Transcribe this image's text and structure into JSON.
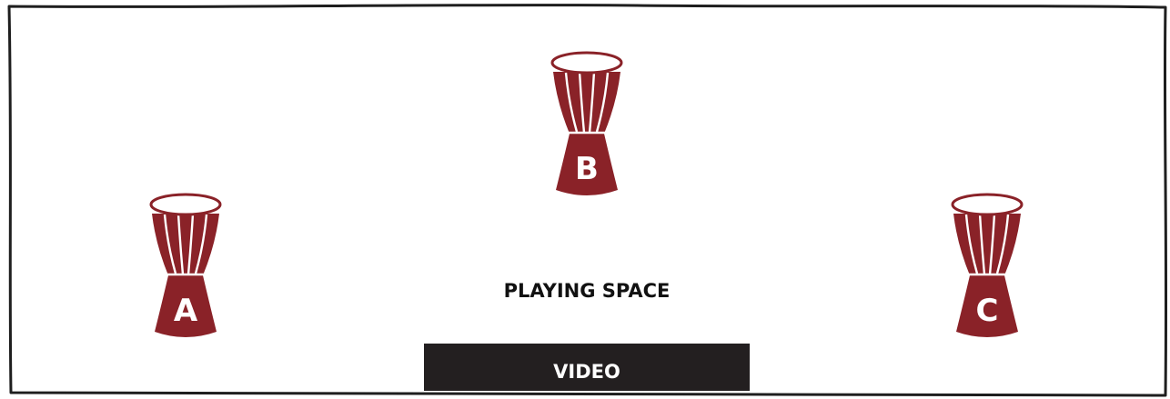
{
  "colors": {
    "drum": "#8a2228",
    "outline": "#1e1e1e",
    "video_bar": "#231f20",
    "label_on_dark": "#ffffff",
    "text": "#111111"
  },
  "drums": [
    {
      "id": "a",
      "label": "A",
      "icon": "djembe-drum-icon"
    },
    {
      "id": "b",
      "label": "B",
      "icon": "djembe-drum-icon"
    },
    {
      "id": "c",
      "label": "C",
      "icon": "djembe-drum-icon"
    }
  ],
  "playing_space": {
    "label": "PLAYING SPACE"
  },
  "video": {
    "label": "VIDEO"
  }
}
